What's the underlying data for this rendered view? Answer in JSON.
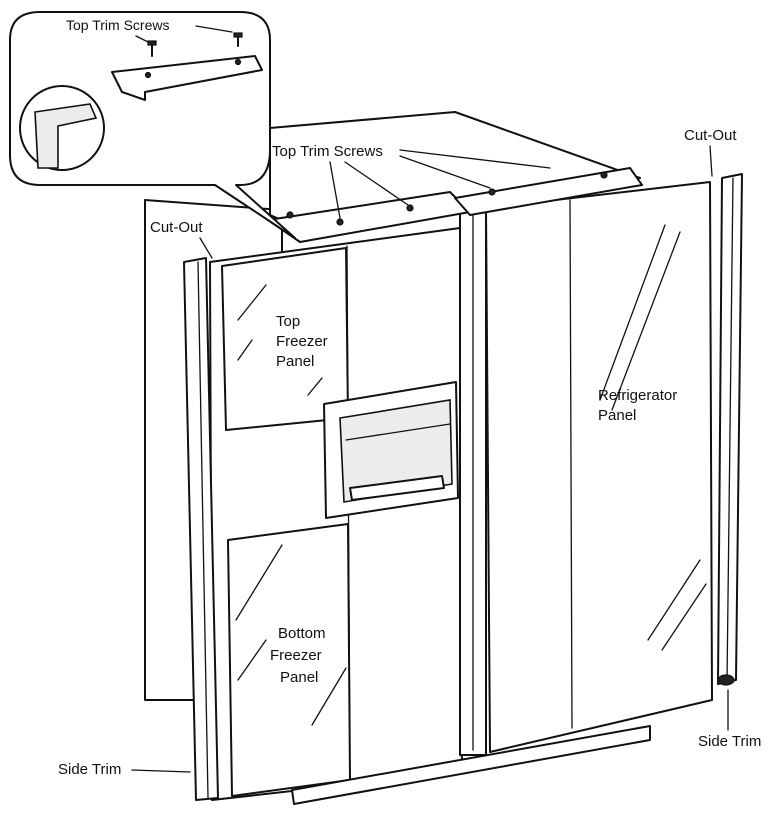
{
  "labels": {
    "top_trim_screws_inset": "Top Trim Screws",
    "top_trim_screws_main": "Top Trim Screws",
    "cut_out_right": "Cut-Out",
    "cut_out_left": "Cut-Out",
    "top_freezer_panel": [
      "Top",
      "Freezer",
      "Panel"
    ],
    "refrigerator_panel": [
      "Refrigerator",
      "Panel"
    ],
    "bottom_freezer_panel": [
      "Bottom",
      "Freezer",
      "Panel"
    ],
    "side_trim_left": "Side Trim",
    "side_trim_right": "Side Trim"
  }
}
